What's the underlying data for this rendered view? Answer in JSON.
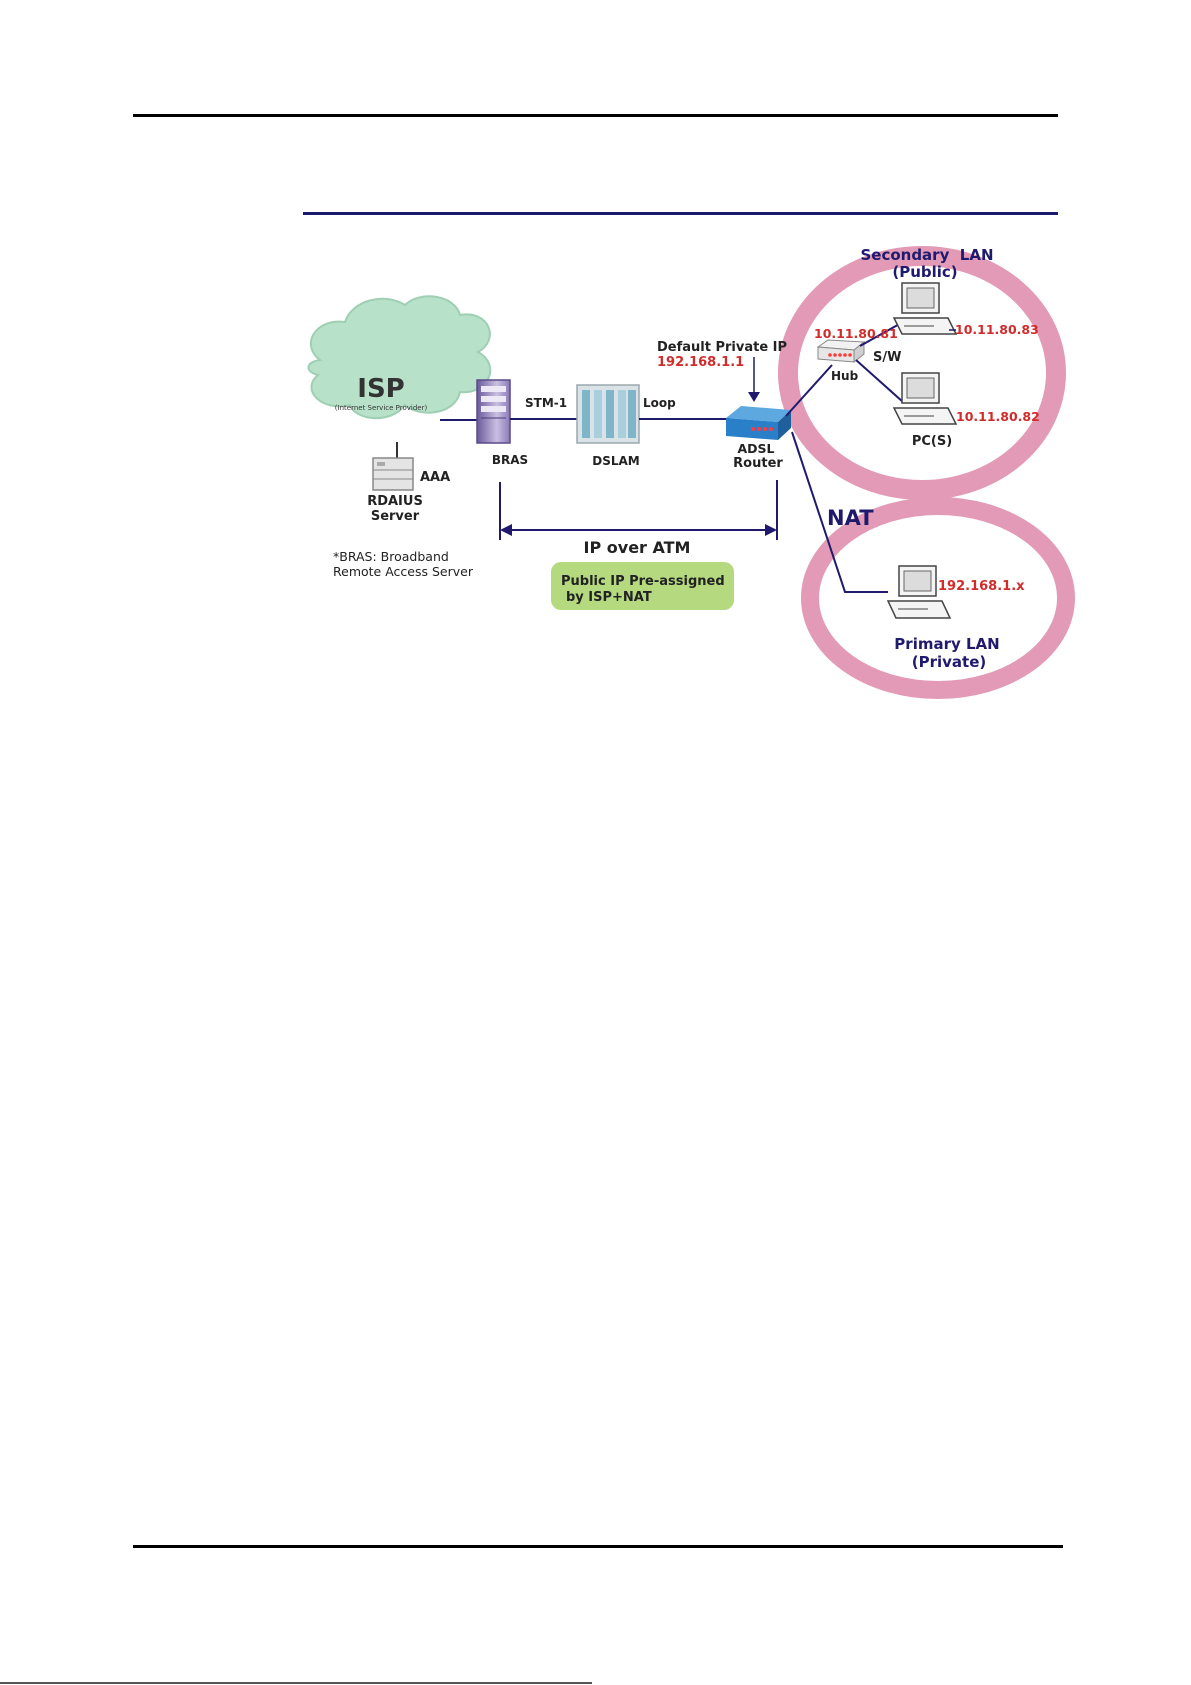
{
  "diagram": {
    "isp": {
      "title": "ISP",
      "subtitle": "(Internet Service Provider)"
    },
    "aaa": "AAA",
    "radius": {
      "line1": "RDAIUS",
      "line2": "Server"
    },
    "bras": "BRAS",
    "bras_note": {
      "line1": "*BRAS: Broadband",
      "line2": "Remote Access Server"
    },
    "stm": "STM-1",
    "dslam": "DSLAM",
    "loop": "Loop",
    "default_ip": {
      "label": "Default Private IP",
      "value": "192.168.1.1"
    },
    "router": {
      "line1": "ADSL",
      "line2": "Router"
    },
    "ip_over_atm": "IP over ATM",
    "public_ip": {
      "line1": "Public IP Pre-assigned",
      "line2": "by ISP+NAT"
    },
    "nat": "NAT",
    "secondary_lan": {
      "line1": "Secondary  LAN",
      "line2": "(Public)"
    },
    "hub": "Hub",
    "sw": "S/W",
    "pcs": "PC(S)",
    "ip_81": "10.11.80.81",
    "ip_83": "10.11.80.83",
    "ip_82": "10.11.80.82",
    "ip_private": "192.168.1.x",
    "primary_lan": {
      "line1": "Primary LAN",
      "line2": "(Private)"
    }
  },
  "colors": {
    "navy": "#1f1a6e",
    "red_ip": "#d22b2b",
    "pink_ring": "#e39ab6",
    "cloud": "#b7e2c9",
    "green_box": "#b5d97f",
    "router_blue": "#2a7fc9"
  }
}
